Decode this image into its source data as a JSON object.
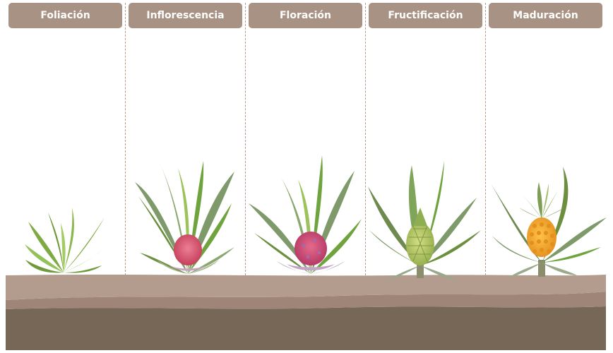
{
  "stages": [
    {
      "label": "Foliación"
    },
    {
      "label": "Inflorescencia"
    },
    {
      "label": "Floración"
    },
    {
      "label": "Fructificación"
    },
    {
      "label": "Maduración"
    }
  ],
  "colors": {
    "tab_bg": "#a89283",
    "tab_text": "#ffffff",
    "soil_top": "#b39c8d",
    "soil_mid": "#9e8577",
    "soil_deep": "#776757",
    "leaf_light": "#7fb042",
    "leaf_grey": "#7f9a6a",
    "inflorescence_pink": "#d9576f",
    "flower_purple": "#a26ab0",
    "fruit_green": "#b9cc6a",
    "fruit_ripe": "#f0a52a"
  }
}
